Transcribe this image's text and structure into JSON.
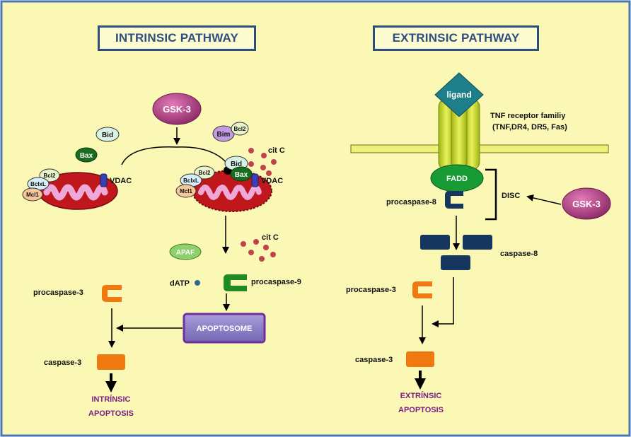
{
  "intrinsic": {
    "title": "INTRINSIC PATHWAY",
    "gsk3": "GSK-3",
    "bid": "Bid",
    "bax": "Bax",
    "bim": "Bim",
    "bcl2": "Bcl2",
    "bclxl": "BclxL",
    "mcl1": "Mcl1",
    "vdac": "VDAC",
    "cit_c": "cit C",
    "apaf": "APAF",
    "datp": "dATP",
    "procaspase9": "procaspase-9",
    "apoptosome": "APOPTOSOME",
    "procaspase3": "procaspase-3",
    "caspase3": "caspase-3",
    "outcome_line1": "INTRÍNSIC",
    "outcome_line2": "APOPTOSIS"
  },
  "extrinsic": {
    "title": "EXTRINSIC PATHWAY",
    "ligand": "ligand",
    "receptor_line1": "TNF receptor familiy",
    "receptor_line2": "(TNF,DR4, DR5, Fas)",
    "fadd": "FADD",
    "disc": "DISC",
    "gsk3": "GSK-3",
    "procaspase8": "procaspase-8",
    "caspase8": "caspase-8",
    "procaspase3": "procaspase-3",
    "caspase3": "caspase-3",
    "outcome_line1": "EXTRÍNSIC",
    "outcome_line2": "APOPTOSIS"
  },
  "colors": {
    "background": "#fbf8b6",
    "frame": "#4a77b4",
    "title_border": "#2f4d7d",
    "mito_red": "#c0171c",
    "mito_pink": "#f0a8d8",
    "gsk3": "#b23c85",
    "caspase_orange": "#f07a10",
    "procaspase9_green": "#1f8a1f",
    "caspase8_navy": "#17365d",
    "apoptosome": "#8a7fc4",
    "receptor": "#c5d82a",
    "ligand": "#1e7f8a",
    "fadd": "#189a35",
    "outcome_purple": "#7a1f86"
  }
}
